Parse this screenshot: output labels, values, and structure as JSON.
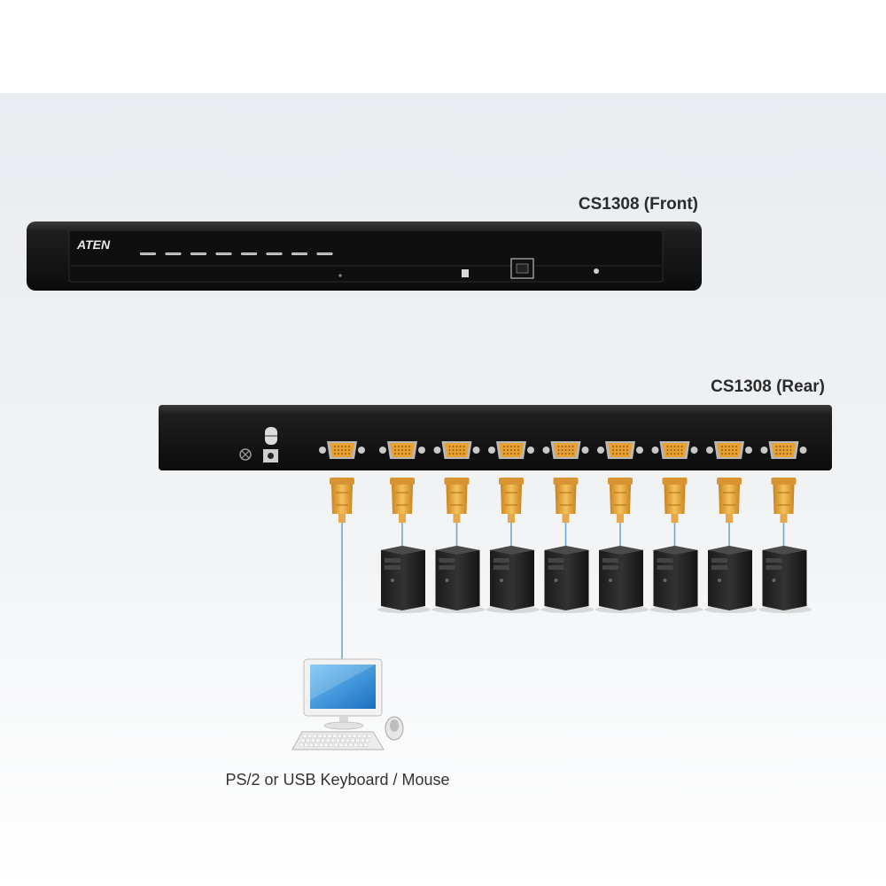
{
  "front_panel": {
    "title": "CS1308 (Front)",
    "logo": "ATEN",
    "port_led_count": 8
  },
  "rear_panel": {
    "title": "CS1308 (Rear)",
    "console_port_count": 1,
    "computer_port_count": 8
  },
  "console": {
    "caption": "PS/2 or USB Keyboard / Mouse"
  },
  "colors": {
    "background_top": "#ffffff",
    "background_band": "#e6e9ee",
    "chassis": "#1a1a1a",
    "connector": "#e8a030",
    "cable": "#6fa6c8",
    "monitor_screen": "#2a8fd6"
  },
  "icons": {
    "front_logo": "aten-logo",
    "port_led": "port-led-icon",
    "usb_port": "usb-port-icon",
    "rj11_port": "rj11-port-icon",
    "power_led": "power-led-icon",
    "ground": "ground-screw-icon",
    "power_jack": "power-jack-icon",
    "vga_port": "vga-port-icon",
    "kvm_cable": "kvm-cable-connector-icon",
    "computer": "tower-computer-icon",
    "console": "monitor-keyboard-mouse-icon"
  }
}
